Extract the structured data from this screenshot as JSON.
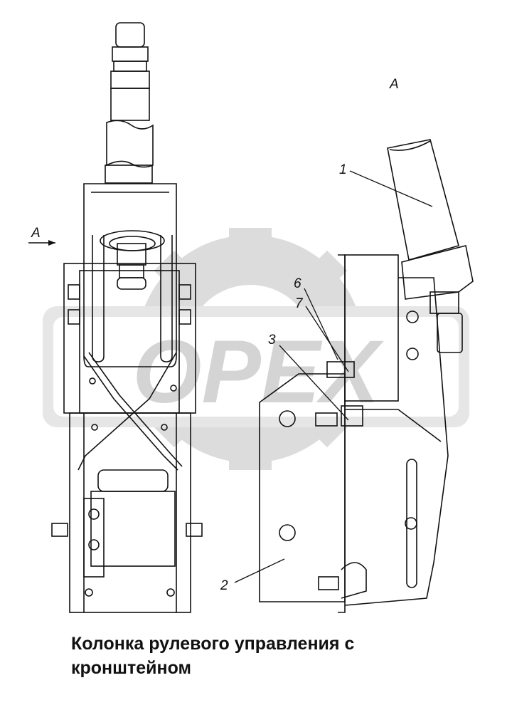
{
  "view_label": "А",
  "view_arrow_label": "А",
  "callouts": {
    "c1": "1",
    "c2": "2",
    "c3": "3",
    "c6": "6",
    "c7": "7"
  },
  "watermark": {
    "text": "OPEX",
    "color": "#d9d9d9"
  },
  "caption": "Колонка рулевого управления с кронштейном",
  "colors": {
    "line": "#111111",
    "watermark": "#dcdcdc",
    "background": "#ffffff"
  }
}
